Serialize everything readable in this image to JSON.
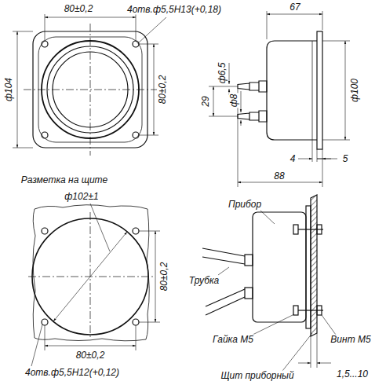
{
  "diagram": {
    "labels": [
      "80±0,2",
      "4отв.ф5,5Н13(+0,18)",
      "ф104",
      "80±0,2",
      "67",
      "ф6,5",
      "ф8",
      "29",
      "ф100",
      "4",
      "5",
      "88",
      "Разметка на щите",
      "ф102±1",
      "80±0,2",
      "80±0,2",
      "4отв.ф5,5Н12(+0,12)",
      "Прибор",
      "Трубка",
      "Гайка М5",
      "Винт М5",
      "Щит приборный",
      "1,5...10"
    ]
  }
}
